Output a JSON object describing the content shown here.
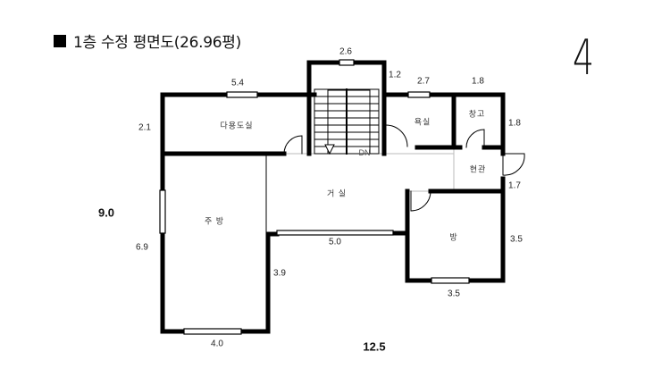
{
  "title": {
    "bullet": "■",
    "text": "1층 수정 평면도(26.96평)"
  },
  "page_number": "4",
  "rooms": {
    "utility": "다용도실",
    "bath": "욕실",
    "storage": "창고",
    "entrance": "현관",
    "kitchen": "주 방",
    "living": "거 실",
    "room": "방"
  },
  "stair_label": "DN",
  "dimensions": {
    "stair_top": "2.6",
    "stair_right": "1.2",
    "bath_top": "2.7",
    "storage_top": "1.8",
    "storage_right": "1.8",
    "entrance_right": "1.7",
    "utility_top": "5.4",
    "utility_left": "2.1",
    "kitchen_left": "6.9",
    "kitchen_bottom": "4.0",
    "kitchen_right": "3.9",
    "living_window": "5.0",
    "room_right": "3.5",
    "room_bottom": "3.5",
    "overall_height": "9.0",
    "overall_width": "12.5"
  }
}
